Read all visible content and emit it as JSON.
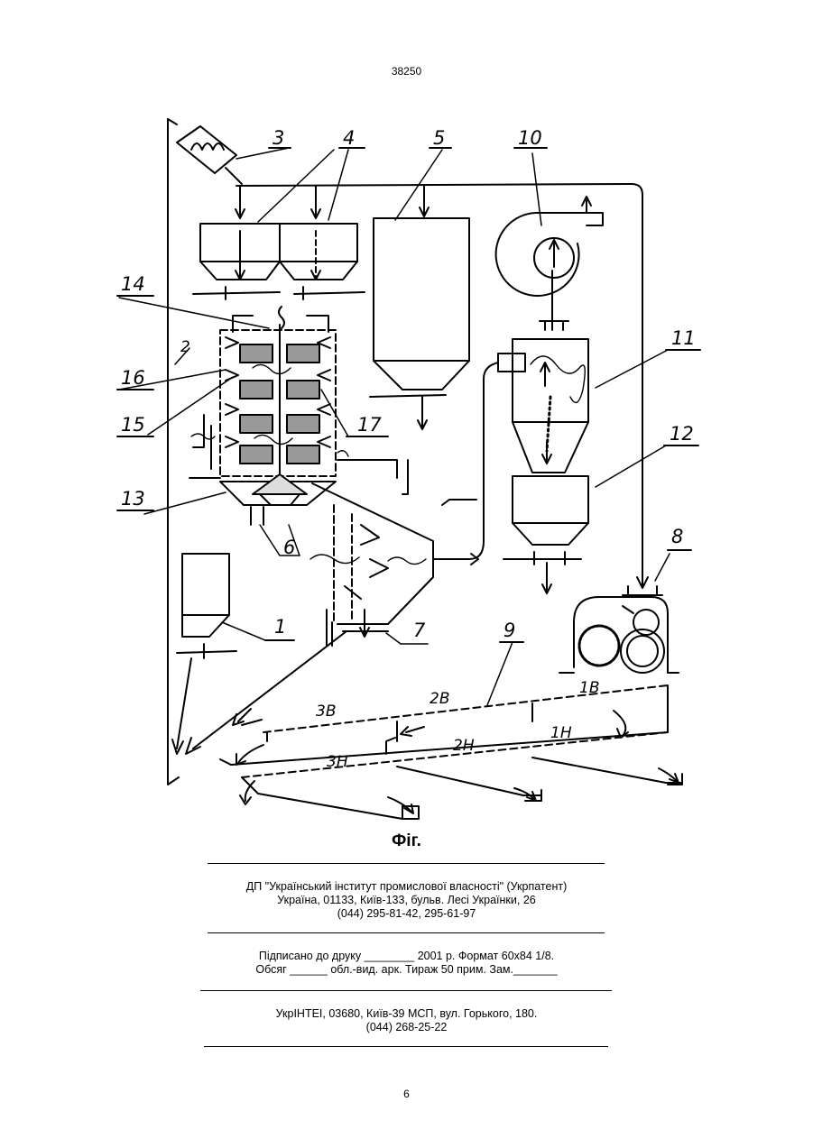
{
  "header": {
    "patent_number": "38250"
  },
  "figure": {
    "caption": "Фіг.",
    "labels": [
      "3",
      "4",
      "5",
      "10",
      "14",
      "2",
      "11",
      "16",
      "15",
      "17",
      "12",
      "13",
      "6",
      "8",
      "1",
      "7",
      "9",
      "3В",
      "2В",
      "1В",
      "1Н",
      "2Н",
      "3Н"
    ]
  },
  "publisher": {
    "line1": "ДП \"Український інститут промислової власності\" (Укрпатент)",
    "line2": "Україна, 01133, Київ-133, бульв. Лесі Українки, 26",
    "line3": "(044) 295-81-42, 295-61-97"
  },
  "print_info": {
    "line1": "Підписано до друку ________ 2001 р.    Формат 60х84 1/8.",
    "line2": "Обсяг ______ обл.-вид. арк.   Тираж 50 прим.    Зам._______"
  },
  "printer": {
    "line1": "УкрІНТЕІ, 03680, Київ-39 МСП, вул. Горького, 180.",
    "line2": "(044) 268-25-22"
  },
  "footer": {
    "page_number": "6"
  }
}
